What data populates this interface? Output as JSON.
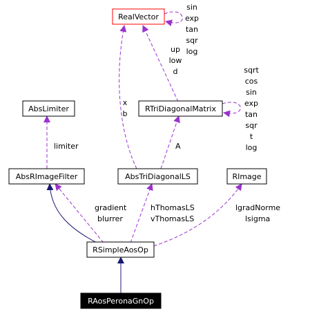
{
  "colors": {
    "usage_edge": "#9a32cd",
    "inheritance_edge": "#191970",
    "highlight_border": "#ff0000",
    "selected_fill": "#000000",
    "selected_text": "#ffffff",
    "node_border": "#000000"
  },
  "nodes": {
    "real_vector": "RealVector",
    "abs_limiter": "AbsLimiter",
    "rtri_diagonal_matrix": "RTriDiagonalMatrix",
    "abs_rimage_filter": "AbsRImageFilter",
    "abs_tri_diagonal_ls": "AbsTriDiagonalLS",
    "rimage": "RImage",
    "rsimple_aos_op": "RSimpleAosOp",
    "raos_perona_gn_op": "RAosPeronaGnOp"
  },
  "edge_labels": {
    "real_vector_self": [
      "sin",
      "exp",
      "tan",
      "sqr",
      "log"
    ],
    "matrix_to_vector": [
      "up",
      "low",
      "d"
    ],
    "matrix_self": [
      "sqrt",
      "cos",
      "sin",
      "exp",
      "tan",
      "sqr",
      "t",
      "log"
    ],
    "ls_to_vector": [
      "x",
      "b"
    ],
    "limiter": "limiter",
    "matrix_to_ls": "A",
    "filter_to_op": [
      "gradient",
      "blurrer"
    ],
    "ls_to_op": [
      "hThomasLS",
      "vThomasLS"
    ],
    "image_to_op": [
      "lgradNorme",
      "lsigma"
    ]
  }
}
